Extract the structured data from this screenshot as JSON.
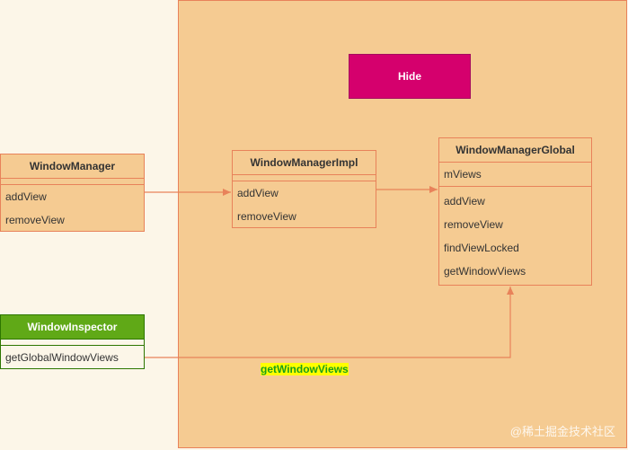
{
  "hide_label": "Hide",
  "classes": {
    "window_manager": {
      "title": "WindowManager",
      "methods": [
        "addView",
        "removeView"
      ]
    },
    "window_manager_impl": {
      "title": "WindowManagerImpl",
      "methods": [
        "addView",
        "removeView"
      ]
    },
    "window_manager_global": {
      "title": "WindowManagerGlobal",
      "fields": [
        "mViews"
      ],
      "methods": [
        "addView",
        "removeView",
        "findViewLocked",
        "getWindowViews"
      ]
    },
    "window_inspector": {
      "title": "WindowInspector",
      "methods": [
        "getGlobalWindowViews"
      ]
    }
  },
  "edge_label": "getWindowViews",
  "watermark": "@稀土掘金技术社区",
  "colors": {
    "hidden_region": "#f5cb92",
    "hide_box": "#d5006d",
    "stroke": "#e8825a",
    "inspector_header": "#60a917"
  }
}
